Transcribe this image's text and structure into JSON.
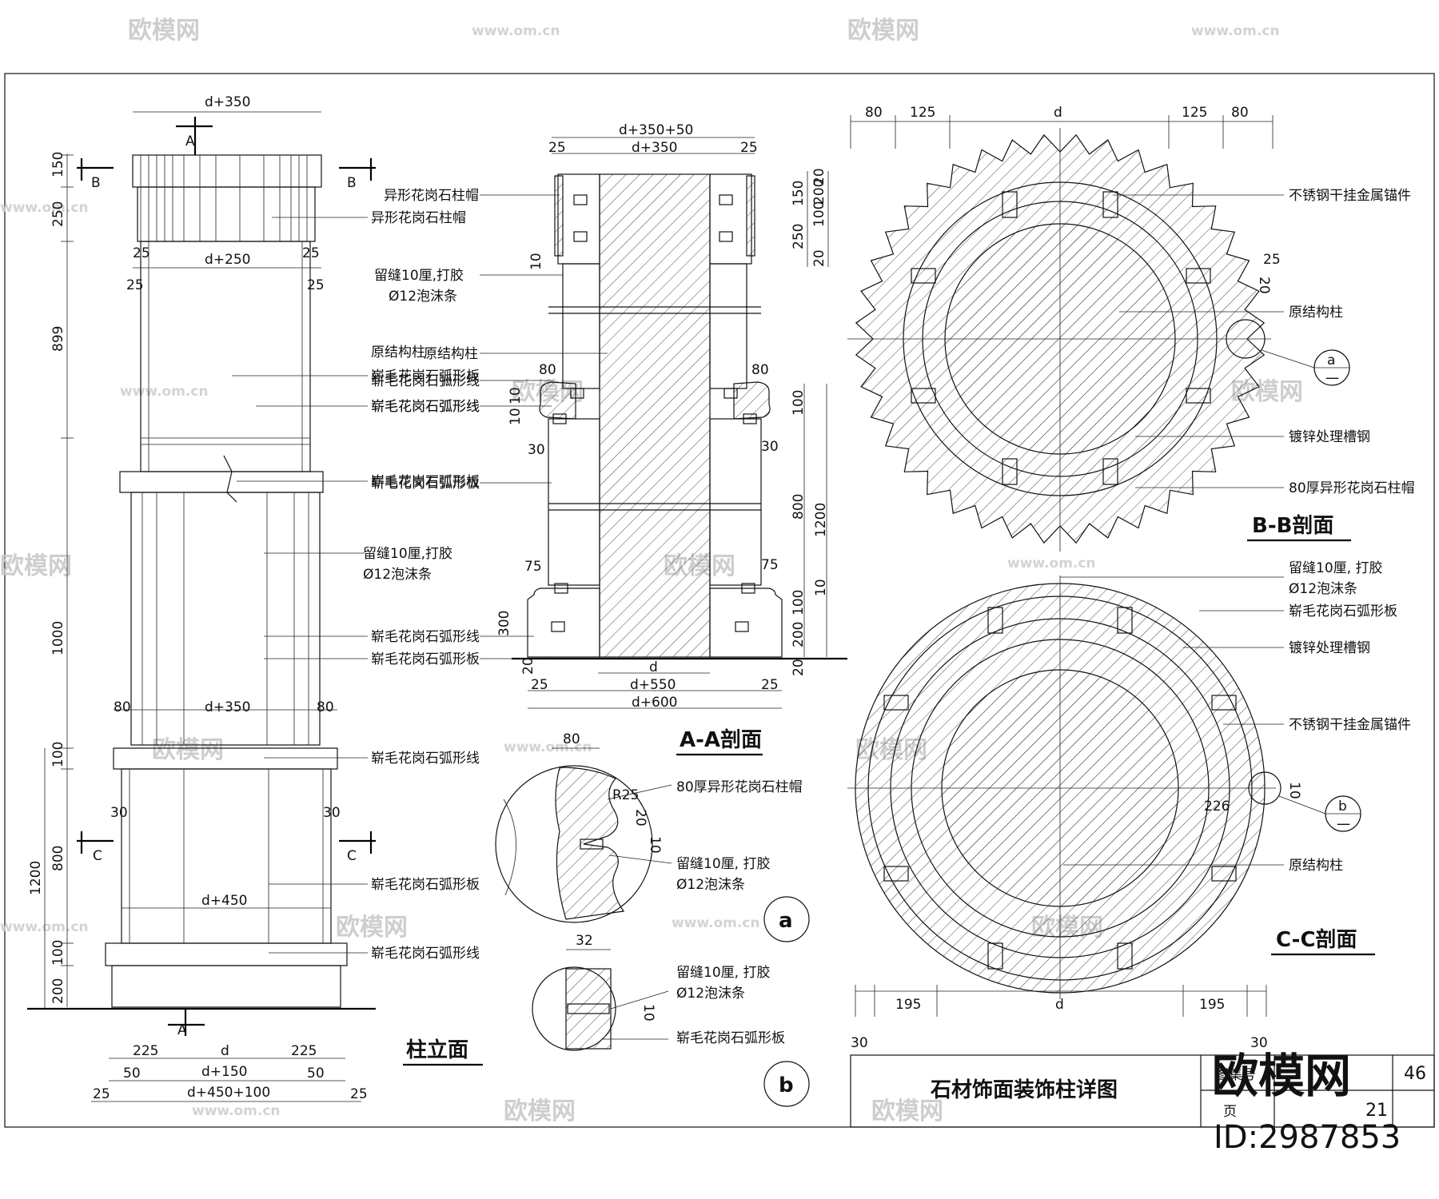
{
  "watermark": {
    "brand": "欧模网",
    "url": "www.om.cn"
  },
  "elevation": {
    "title": "柱立面",
    "dims": {
      "top_width": "d+350",
      "shaft_width": "d+250",
      "cap_out_25_left": "25",
      "cap_out_25_right": "25",
      "shaft_25_left": "25",
      "shaft_25_right": "25",
      "mid_width": "d+350",
      "mid_80_left": "80",
      "mid_80_right": "80",
      "base_width": "d+450",
      "base_30_left": "30",
      "base_30_right": "30",
      "h150": "150",
      "h250": "250",
      "h899": "899",
      "h1000": "1000",
      "h100a": "100",
      "h1200": "1200",
      "h800": "800",
      "h100b": "100",
      "h200": "200",
      "bot_225_left": "225",
      "bot_d": "d",
      "bot_225_right": "225",
      "bot_50_left": "50",
      "bot_d450": "d+150",
      "bot_50_right": "50",
      "bot_25_left": "25",
      "bot_total": "d+450+100",
      "bot_25_right": "25"
    },
    "markers": {
      "a_top": "A",
      "a_bottom": "A",
      "b_left": "B",
      "b_right": "B",
      "c_left": "C",
      "c_right": "C"
    },
    "labels": [
      "异形花岗石柱帽",
      "原结构柱",
      "崭毛花岗石弧形板",
      "崭毛花岗石弧形线",
      "崭毛花岗石弧形板",
      "留缝10厘,打胶",
      "Ø12泡沫条",
      "崭毛花岗石弧形线",
      "崭毛花岗石弧形板",
      "崭毛花岗石弧形线",
      "崭毛花岗石弧形板",
      "崭毛花岗石弧形线"
    ]
  },
  "section_aa": {
    "title": "A-A剖面",
    "dims": {
      "top_total": "d+350+50",
      "top_inner": "d+350",
      "t25_left": "25",
      "t25_right": "25",
      "r20a": "20",
      "r150": "150",
      "r250": "250",
      "r100": "100",
      "r200": "200",
      "r20b": "20",
      "l10": "10",
      "l80_left": "80",
      "l80_right": "80",
      "l10a": "10",
      "l10b": "10",
      "l30_left": "30",
      "l30_right": "30",
      "l75_left": "75",
      "l75_right": "75",
      "l300": "300",
      "l20": "20",
      "r100b": "100",
      "r800": "800",
      "r1200": "1200",
      "r10": "10",
      "r100c": "100",
      "r200b": "200",
      "r20c": "20",
      "bot_d": "d",
      "bot_25_left": "25",
      "bot_d550": "d+550",
      "bot_25_right": "25",
      "bot_d600": "d+600"
    },
    "labels": {
      "cap": "异形花岗石柱帽",
      "gap1": "留缝10厘,打胶",
      "gap2": "Ø12泡沫条",
      "col": "原结构柱",
      "line1": "崭毛花岗石弧形线",
      "line2": "崭毛花岗石弧形线",
      "board": "崭毛花岗石弧形板",
      "line3": "崭毛花岗石弧形线",
      "board2": "崭毛花岗石弧形板"
    }
  },
  "detail_a": {
    "tag": "a",
    "dims": {
      "w80": "80",
      "r25": "R25",
      "d20": "20",
      "d10": "10"
    },
    "labels": {
      "l1": "80厚异形花岗石柱帽",
      "l2": "留缝10厘, 打胶",
      "l3": "Ø12泡沫条"
    }
  },
  "detail_b": {
    "tag": "b",
    "dims": {
      "w32": "32",
      "d10": "10"
    },
    "labels": {
      "l1": "留缝10厘, 打胶",
      "l2": "Ø12泡沫条",
      "l3": "崭毛花岗石弧形板"
    }
  },
  "section_bb": {
    "title": "B-B剖面",
    "dims": {
      "d80_left": "80",
      "d125_left": "125",
      "d": "d",
      "d125_right": "125",
      "d80_right": "80",
      "d25": "25",
      "d20": "20"
    },
    "callout": {
      "top": "a",
      "bottom": "一"
    },
    "labels": [
      "不锈钢干挂金属锚件",
      "原结构柱",
      "镀锌处理槽钢",
      "80厚异形花岗石柱帽"
    ]
  },
  "section_cc": {
    "title": "C-C剖面",
    "dims": {
      "d195_left": "195",
      "d": "d",
      "d195_right": "195",
      "d30_left": "30",
      "d30_right": "30",
      "d226": "226",
      "d10": "10"
    },
    "callout": {
      "top": "b",
      "bottom": "一"
    },
    "labels": [
      "留缝10厘, 打胶",
      "Ø12泡沫条",
      "崭毛花岗石弧形板",
      "镀锌处理槽钢",
      "不锈钢干挂金属锚件",
      "原结构柱"
    ]
  },
  "title_block": {
    "drawing_title": "石材饰面装饰柱详图",
    "label_drawing_no": "图集号",
    "label_page": "页",
    "page_total": "46",
    "page_no": "21"
  },
  "brand_overlay": {
    "name": "欧模网",
    "id": "ID:2987853"
  }
}
